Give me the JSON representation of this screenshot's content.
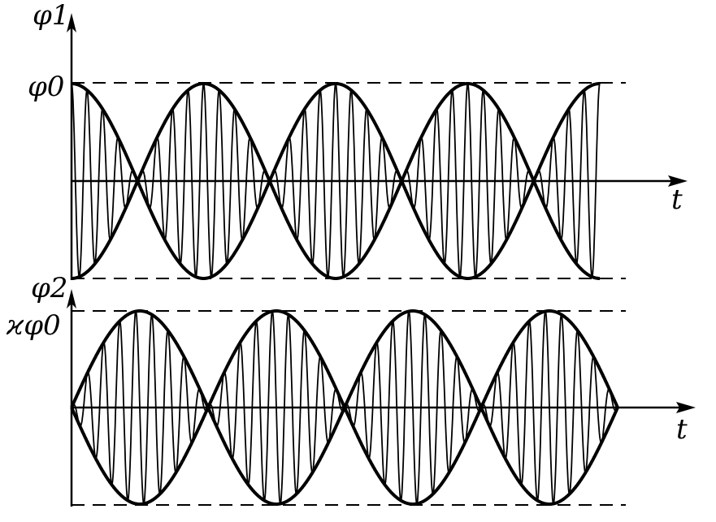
{
  "colors": {
    "ink": "#000000",
    "paper": "#ffffff"
  },
  "top_plot": {
    "y_axis_label": "φ1",
    "level_label": "φ0",
    "x_axis_label": "t",
    "beat_cycles": 4,
    "carrier_to_beat_ratio": 8.5,
    "envelope": "cos",
    "relative_amplitude": 1.0
  },
  "bottom_plot": {
    "y_axis_label": "φ2",
    "level_label": "ϰφ0",
    "x_axis_label": "t",
    "beat_cycles": 4,
    "carrier_to_beat_ratio": 8.5,
    "envelope": "sin",
    "relative_amplitude": 1.0
  }
}
